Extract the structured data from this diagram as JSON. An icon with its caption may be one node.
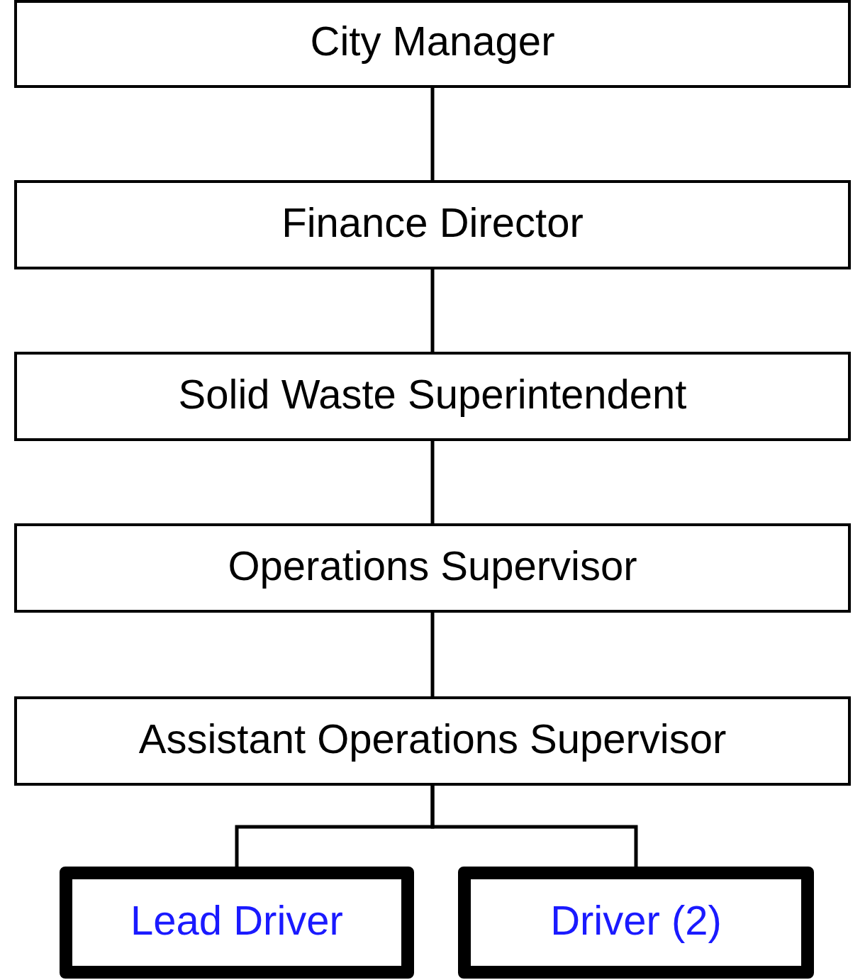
{
  "diagram": {
    "nodes": [
      {
        "text": [
          "City Manager"
        ]
      },
      {
        "text": [
          "Finance Director"
        ]
      },
      {
        "text": [
          "Solid Waste Superintendent"
        ]
      },
      {
        "text": [
          "Operations Supervisor"
        ]
      },
      {
        "text": [
          "Assistant Operations Supervisor"
        ]
      },
      {
        "text": [
          "Lead Driver"
        ]
      },
      {
        "text": [
          "Driver (2)"
        ]
      }
    ],
    "edges": [
      {
        "from": 0,
        "to": 1,
        "arrow": "none"
      },
      {
        "from": 1,
        "to": 2,
        "arrow": "none"
      },
      {
        "from": 2,
        "to": 3,
        "arrow": "none"
      },
      {
        "from": 3,
        "to": 4,
        "arrow": "none"
      },
      {
        "from": 4,
        "to": 5,
        "arrow": "none"
      },
      {
        "from": 4,
        "to": 6,
        "arrow": "none"
      }
    ]
  }
}
